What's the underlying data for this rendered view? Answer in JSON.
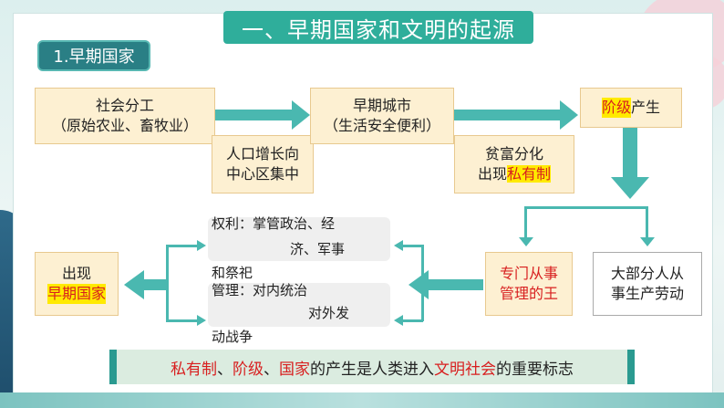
{
  "title": "一、早期国家和文明的起源",
  "section_badge": "1.早期国家",
  "boxes": {
    "division": {
      "line1": "社会分工",
      "line2": "（原始农业、畜牧业）"
    },
    "population": {
      "line1": "人口增长向",
      "line2": "中心区集中"
    },
    "city": {
      "line1": "早期城市",
      "line2": "（生活安全便利）"
    },
    "wealth": {
      "line1": "贫富分化",
      "line2_pre": "出现",
      "line2_hl": "私有制"
    },
    "class": {
      "hl": "阶级",
      "rest": "产生"
    },
    "king": {
      "line1": "专门从事",
      "line2": "管理的王"
    },
    "majority": {
      "line1": "大部分人从",
      "line2": "事生产劳动"
    },
    "state": {
      "line1": "出现",
      "line2_hl": "早期国家"
    }
  },
  "powers": {
    "l1": "权利：掌管政治、经",
    "l2": "济、军事",
    "l3": "和祭祀",
    "l4": "管理：对内统治",
    "l5": "对外发",
    "l6": "动战争"
  },
  "conclusion": {
    "p1": "私有制",
    "s1": "、",
    "p2": "阶级",
    "s2": "、",
    "p3": "国家",
    "mid": "的产生是人类进入",
    "p4": "文明社会",
    "end": "的重要标志"
  },
  "colors": {
    "accent": "#2fae9b",
    "arrow": "#4ab8b0",
    "box_fill": "#fdf0d2",
    "highlight": "#ffea00",
    "red_text": "#d81f1f"
  }
}
